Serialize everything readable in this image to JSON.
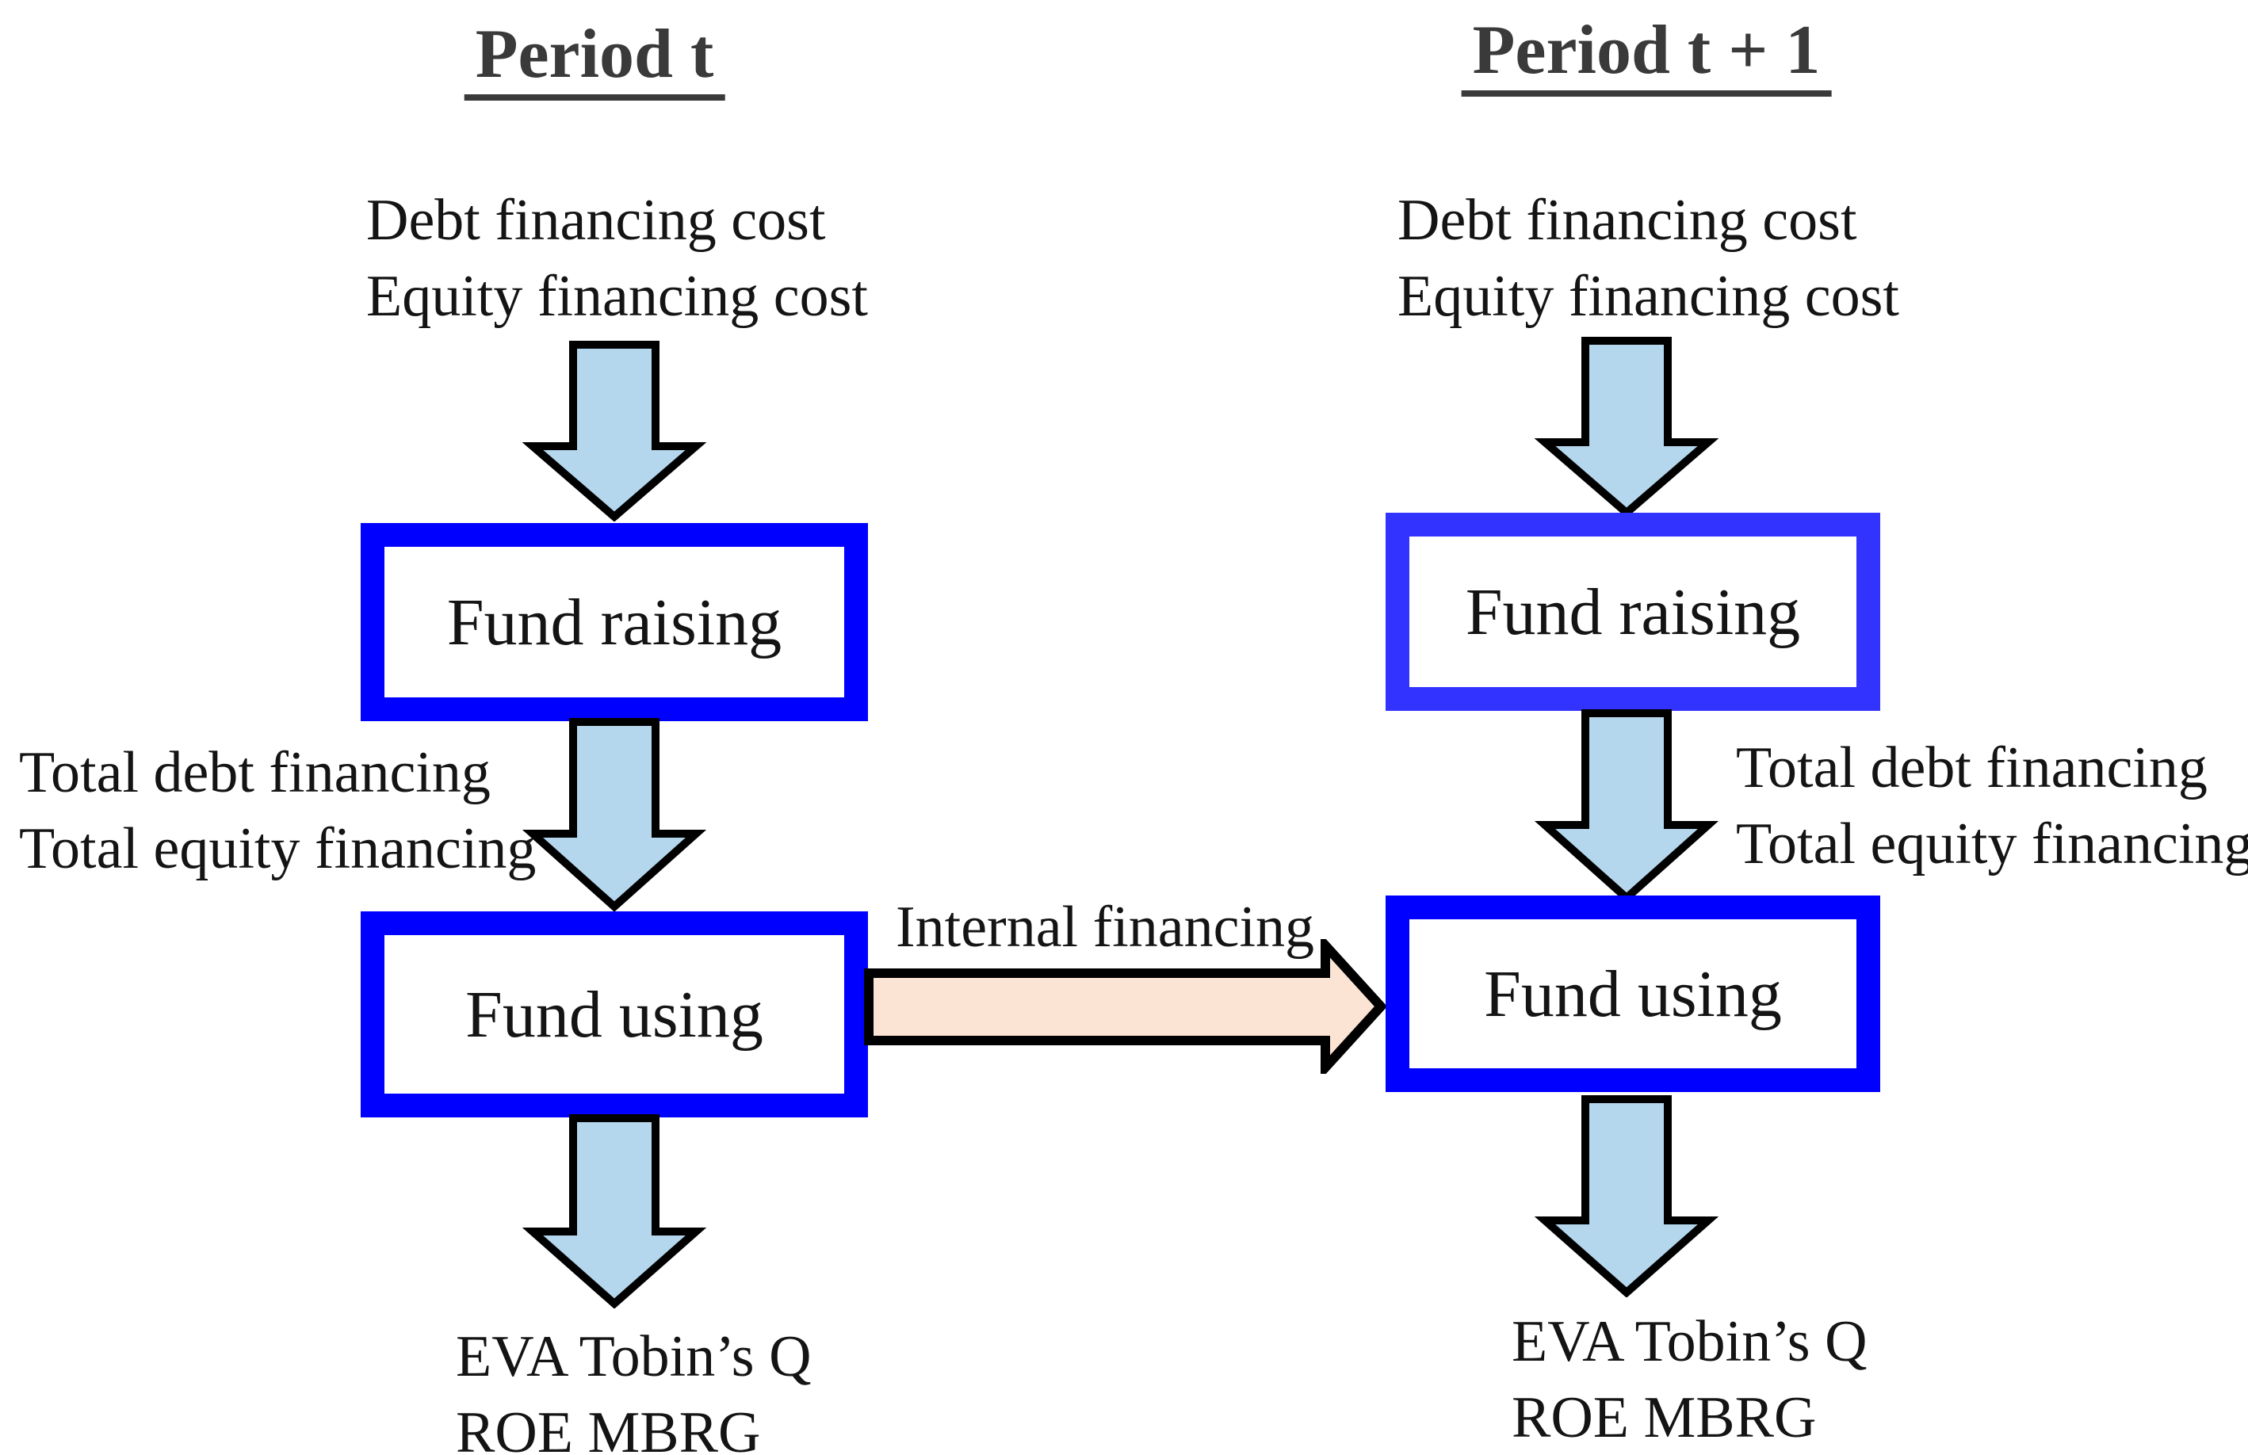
{
  "colors": {
    "box_border_blue": "#0000FF",
    "box_border_blue_alt": "#3333FF",
    "arrow_fill_blue": "#B5D7EE",
    "arrow_fill_peach": "#FCE4D5",
    "outline_black": "#000000",
    "text_color": "#141414",
    "title_color": "#3a3a3a"
  },
  "columns": [
    {
      "title": "Period t",
      "inputs": [
        "Debt financing cost",
        "Equity financing cost"
      ],
      "fund_raising_label": "Fund raising",
      "flow_labels": [
        "Total debt financing",
        "Total equity financing"
      ],
      "fund_using_label": "Fund using",
      "outcomes": [
        "EVA Tobin’s Q",
        "ROE MBRG"
      ]
    },
    {
      "title": "Period t + 1",
      "inputs": [
        "Debt financing cost",
        "Equity financing cost"
      ],
      "fund_raising_label": "Fund raising",
      "flow_labels": [
        "Total debt financing",
        "Total equity financing"
      ],
      "fund_using_label": "Fund using",
      "outcomes": [
        "EVA Tobin’s Q",
        "ROE MBRG"
      ]
    }
  ],
  "connector_label": "Internal financing"
}
